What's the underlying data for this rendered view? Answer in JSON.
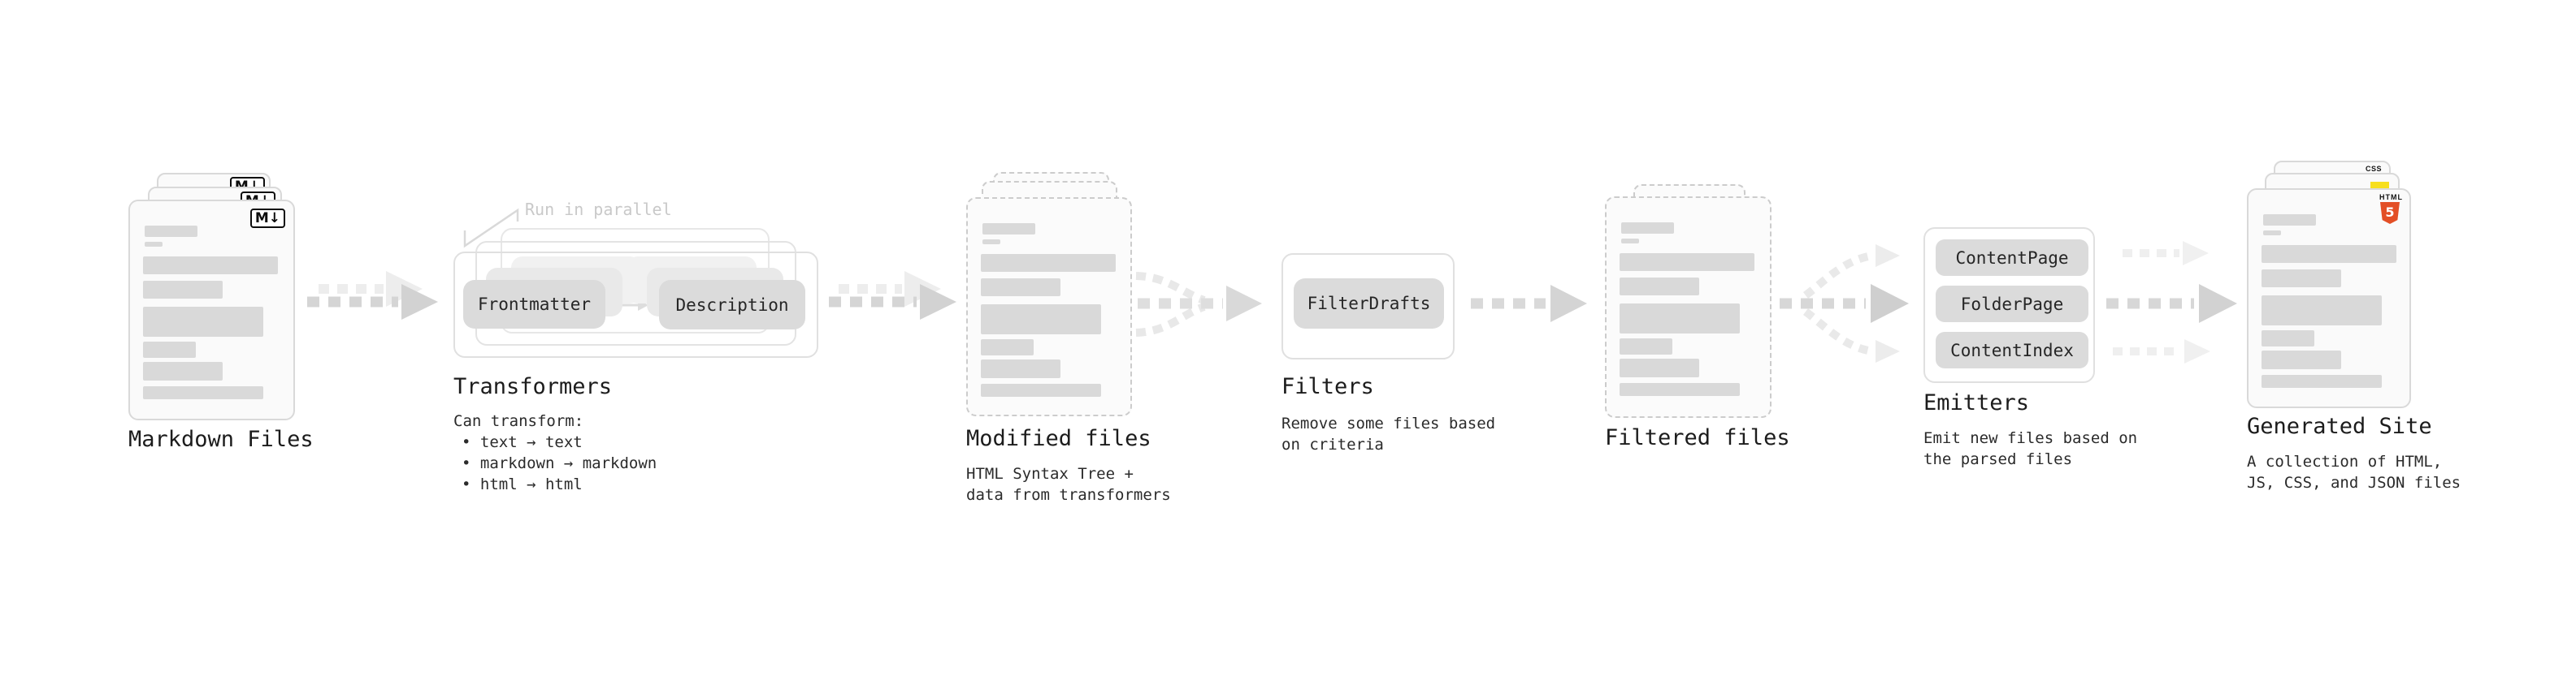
{
  "diagram": {
    "markdown_files": {
      "title": "Markdown Files",
      "badge": "M↓"
    },
    "transformers": {
      "title": "Transformers",
      "callout": "Run in parallel",
      "pill_frontmatter": "Frontmatter",
      "pill_description": "Description",
      "description_lines": {
        "0": "Can transform:",
        "1": "• text → text",
        "2": "• markdown → markdown",
        "3": "• html → html"
      }
    },
    "modified_files": {
      "title": "Modified files",
      "description_lines": {
        "0": "HTML Syntax Tree +",
        "1": "data from transformers"
      }
    },
    "filters": {
      "title": "Filters",
      "pill": "FilterDrafts",
      "description_lines": {
        "0": "Remove some files based",
        "1": "on criteria"
      }
    },
    "filtered_files": {
      "title": "Filtered files"
    },
    "emitters": {
      "title": "Emitters",
      "pills": {
        "0": "ContentPage",
        "1": "FolderPage",
        "2": "ContentIndex"
      },
      "description_lines": {
        "0": "Emit new files based on",
        "1": "the parsed files"
      }
    },
    "generated_site": {
      "title": "Generated Site",
      "badge_css": "CSS",
      "badge_html": "HTML",
      "badge_html_number": "5",
      "description_lines": {
        "0": "A collection of HTML,",
        "1": "JS, CSS, and JSON files"
      }
    },
    "colors": {
      "html5_orange": "#e34f26",
      "js_yellow": "#f7df1e",
      "css_blue": "#2965f1",
      "arrow_gray": "#d2d2d2",
      "arrow_ghost_gray": "#ededed",
      "placeholder_bar_gray": "#d9d9d9",
      "callout_gray": "#c9c9c9",
      "text_dark": "#1c1c1c"
    }
  }
}
